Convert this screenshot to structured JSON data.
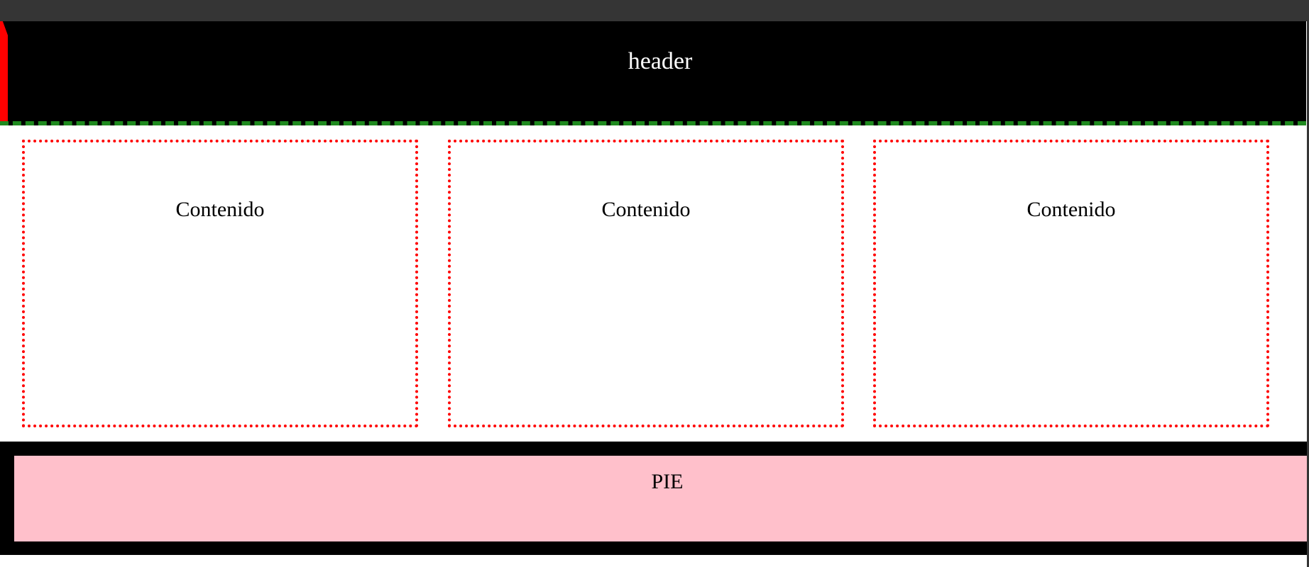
{
  "header": {
    "title": "header"
  },
  "content": {
    "boxes": [
      {
        "label": "Contenido"
      },
      {
        "label": "Contenido"
      },
      {
        "label": "Contenido"
      }
    ]
  },
  "footer": {
    "label": "PIE"
  },
  "colors": {
    "top_bar": "#353535",
    "header_bg": "#000000",
    "header_text": "#ffffff",
    "header_left_edge": "#ff0000",
    "header_bottom_border": "#1f8a1f",
    "box_border": "#ff0000",
    "footer_bg": "#000000",
    "footer_inner_bg": "#ffc0cb"
  }
}
